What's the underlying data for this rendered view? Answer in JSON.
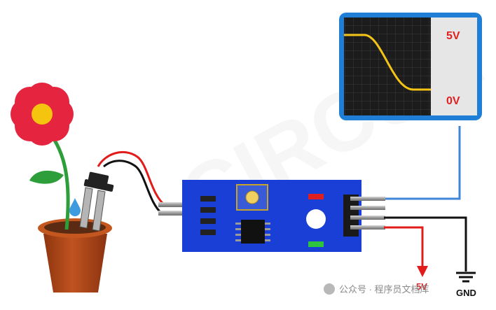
{
  "scope": {
    "high_label": "5V",
    "low_label": "0V"
  },
  "power": {
    "vcc_label": "5V",
    "gnd_label": "GND"
  },
  "watermark": {
    "big_text": "CIRCUIT",
    "footer": "公众号 · 程序员文档库"
  },
  "colors": {
    "scope_border": "#1f7fd6",
    "scope_screen": "#1c1c1c",
    "scope_trace": "#f3c316",
    "label_red": "#e02020",
    "module_blue": "#1a3fd6",
    "wire_red": "#e21b1b",
    "wire_black": "#111111",
    "wire_blue": "#3f86d8",
    "flower_petal": "#e5243f",
    "flower_center": "#f4c40f",
    "pot": "#b84a1a"
  }
}
